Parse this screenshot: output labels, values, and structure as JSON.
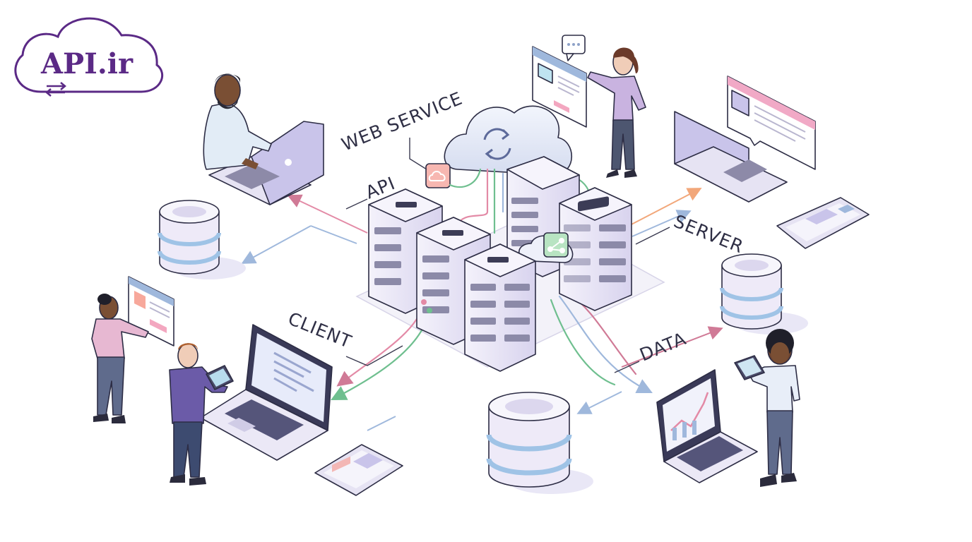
{
  "logo": {
    "text": "API.ir",
    "icon": "sync-arrows-icon"
  },
  "labels": {
    "web_service": "WEB SERVICE",
    "api": "API",
    "server": "SERVER",
    "client": "CLIENT",
    "data": "DATA"
  },
  "colors": {
    "brand": "#5b2a86",
    "pink_link": "#e38aa6",
    "green_link": "#6fbf8f",
    "blue_link": "#9fb8dc",
    "orange_link": "#f2a77a",
    "lavender": "#d9d4f0",
    "server_face": "#eeeaf8"
  }
}
